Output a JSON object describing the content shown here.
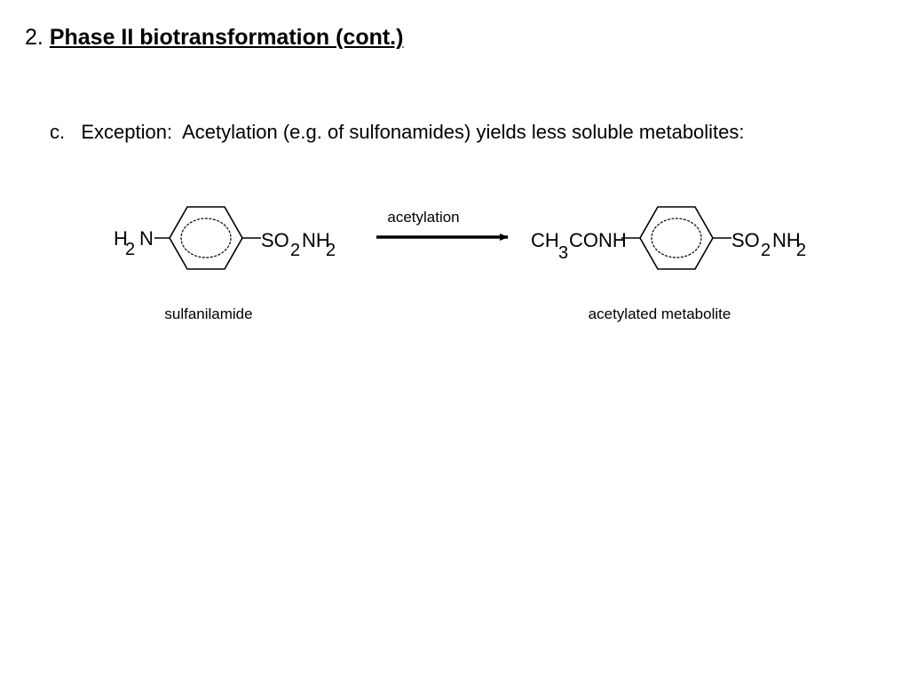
{
  "slide": {
    "number": "2.",
    "title": "Phase II  biotransformation (cont.)",
    "bullet_marker": "c.",
    "bullet_text": "Exception:  Acetylation (e.g. of sulfonamides) yields less soluble metabolites:"
  },
  "scheme": {
    "reactant": {
      "left_group": {
        "h": "H",
        "sub": "2",
        "n": "N"
      },
      "right_group": {
        "so": "SO",
        "sub1": "2",
        "nh": "NH",
        "sub2": "2"
      },
      "name": "sulfanilamide"
    },
    "arrow_label": "acetylation",
    "product": {
      "left_group": {
        "ch": "CH",
        "sub": "3",
        "conh": "CONH"
      },
      "right_group": {
        "so": "SO",
        "sub1": "2",
        "nh": "NH",
        "sub2": "2"
      },
      "name": "acetylated metabolite"
    }
  }
}
